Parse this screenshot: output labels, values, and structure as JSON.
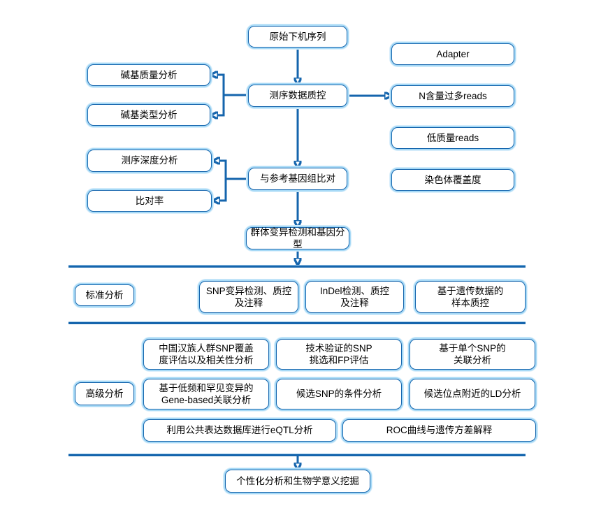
{
  "colors": {
    "accent_dark": "#1565ad",
    "accent_light": "#a6d9f6",
    "text": "#000000",
    "background": "#ffffff"
  },
  "pipeline": {
    "raw_sequence": "原始下机序列",
    "sequencing_qc": "测序数据质控",
    "reference_alignment": "与参考基因组比对",
    "variant_genotyping": "群体变异检测和基因分型",
    "personalized_analysis": "个性化分析和生物学意义挖掘"
  },
  "qc_left": {
    "base_quality": "碱基质量分析",
    "base_type": "碱基类型分析"
  },
  "qc_right": {
    "adapter": "Adapter",
    "n_rich_reads": "N含量过多reads",
    "low_quality_reads": "低质量reads",
    "chromosome_coverage": "染色体覆盖度"
  },
  "alignment_left": {
    "sequencing_depth": "测序深度分析",
    "mapping_rate": "比对率"
  },
  "standard_section": {
    "label": "标准分析",
    "items": [
      "SNP变异检测、质控\n及注释",
      "InDel检测、质控\n及注释",
      "基于遗传数据的\n样本质控"
    ]
  },
  "advanced_section": {
    "label": "高级分析",
    "row1": [
      "中国汉族人群SNP覆盖\n度评估以及相关性分析",
      "技术验证的SNP\n挑选和FP评估",
      "基于单个SNP的\n关联分析"
    ],
    "row2": [
      "基于低频和罕见变异的\nGene-based关联分析",
      "候选SNP的条件分析",
      "候选位点附近的LD分析"
    ],
    "row3": [
      "利用公共表达数据库进行eQTL分析",
      "ROC曲线与遗传方差解释"
    ]
  }
}
